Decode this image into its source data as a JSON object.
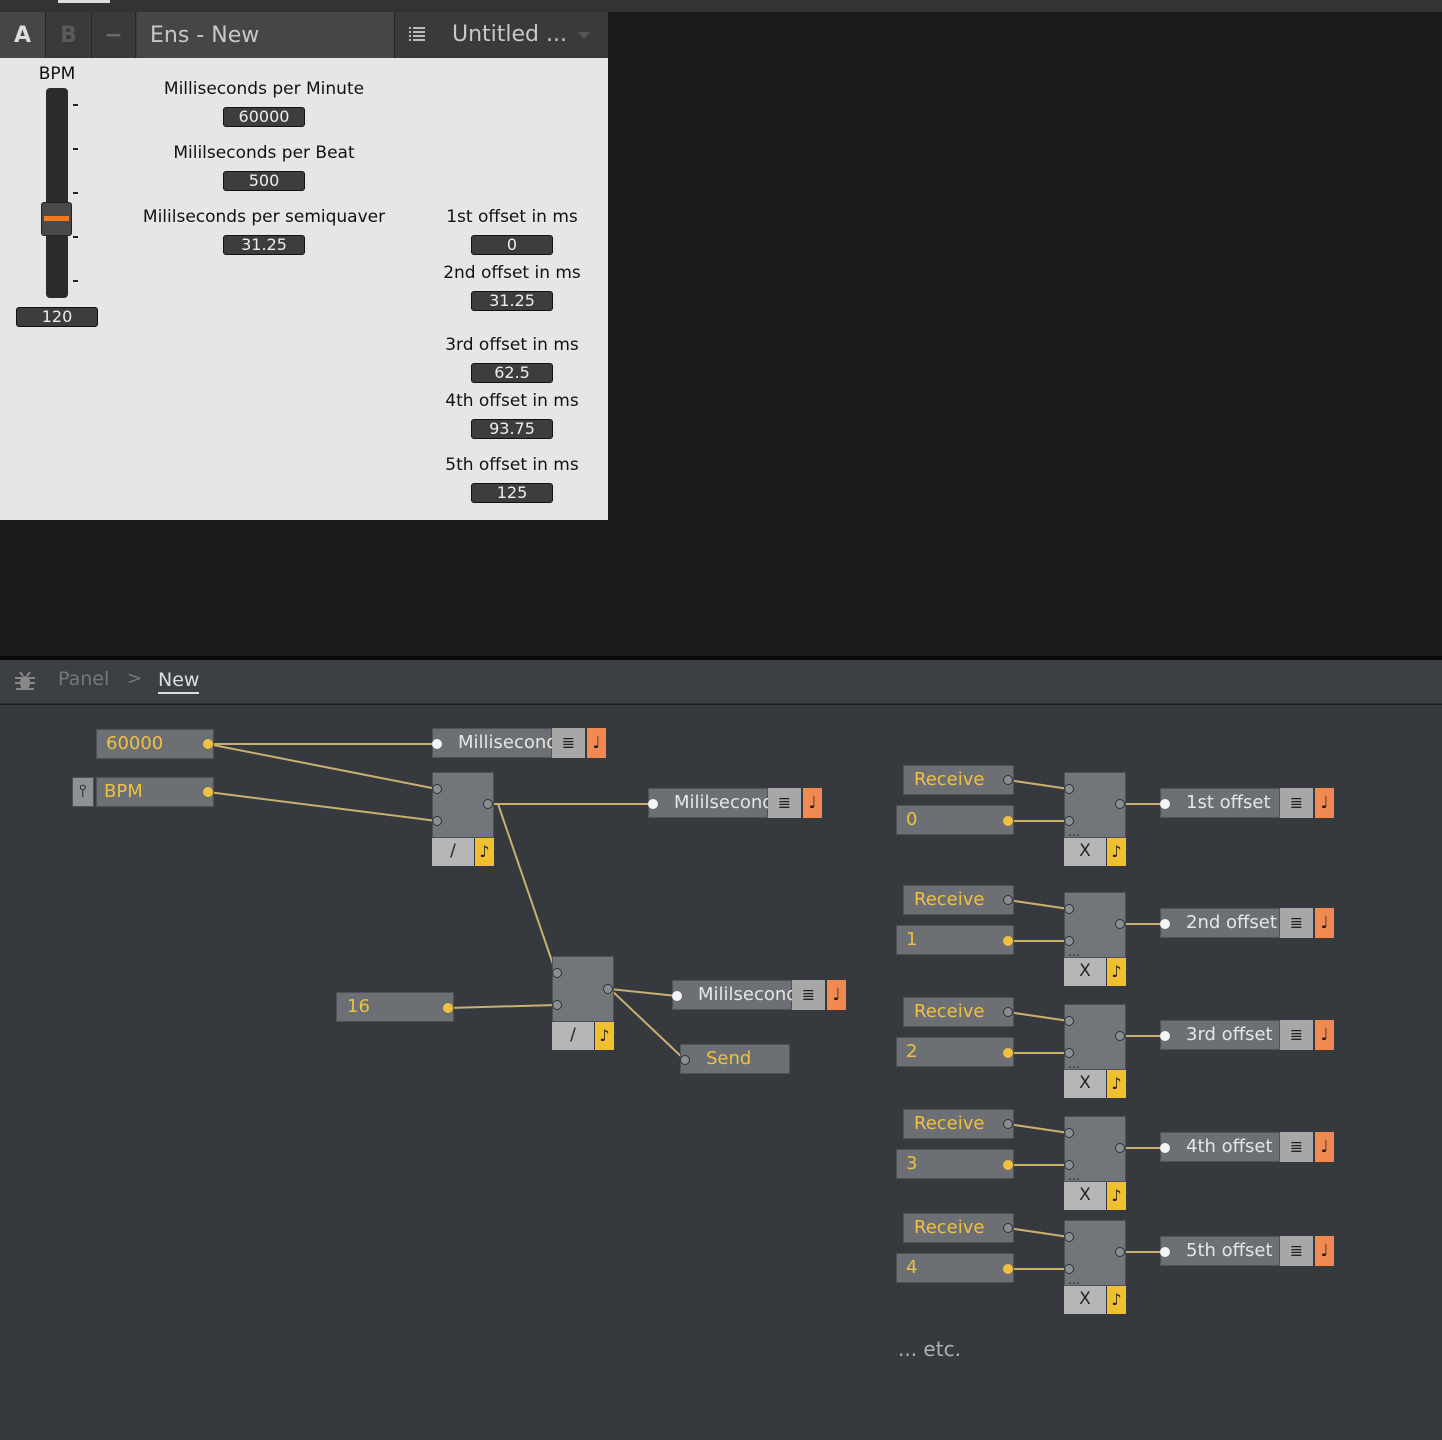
{
  "toolbar": {
    "btn_a": "A",
    "btn_b": "B",
    "btn_minus": "−",
    "ensemble_name": "Ens - New",
    "document_name": "Untitled ..."
  },
  "panel": {
    "bpm_label": "BPM",
    "bpm_value": "120",
    "bpm_level": 0.35,
    "ms_per_minute_label": "Milliseconds per Minute",
    "ms_per_minute_value": "60000",
    "ms_per_beat_label": "Mililseconds per Beat",
    "ms_per_beat_value": "500",
    "ms_per_semiquaver_label": "Mililseconds per semiquaver",
    "ms_per_semiquaver_value": "31.25",
    "offsets": [
      {
        "label": "1st offset in ms",
        "value": "0"
      },
      {
        "label": "2nd offset in ms",
        "value": "31.25"
      },
      {
        "label": "3rd offset in ms",
        "value": "62.5"
      },
      {
        "label": "4th offset in ms",
        "value": "93.75"
      },
      {
        "label": "5th offset in ms",
        "value": "125"
      }
    ]
  },
  "breadcrumb": {
    "root": "Panel",
    "separator": ">",
    "current": "New"
  },
  "structure": {
    "const_60000": "60000",
    "bpm_knob": "BPM",
    "const_16": "16",
    "divide_op": "/",
    "multiply_op": "X",
    "send": "Send",
    "ms_out_1": "Millisecond",
    "ms_out_2": "Mililsecond",
    "ms_out_3": "Mililsecond",
    "receive": "Receive",
    "receivers": [
      {
        "receive": "Receive",
        "index": "0",
        "out": "1st offset"
      },
      {
        "receive": "Receive",
        "index": "1",
        "out": "2nd offset"
      },
      {
        "receive": "Receive",
        "index": "2",
        "out": "3rd offset"
      },
      {
        "receive": "Receive",
        "index": "3",
        "out": "4th offset"
      },
      {
        "receive": "Receive",
        "index": "4",
        "out": "5th offset"
      }
    ],
    "etc": "... etc."
  },
  "colors": {
    "accent_yellow": "#f0c040",
    "accent_orange": "#f08a50",
    "slider_orange": "#f07a20",
    "panel_bg": "#e6e6e6",
    "structure_bg": "#363a3e"
  }
}
